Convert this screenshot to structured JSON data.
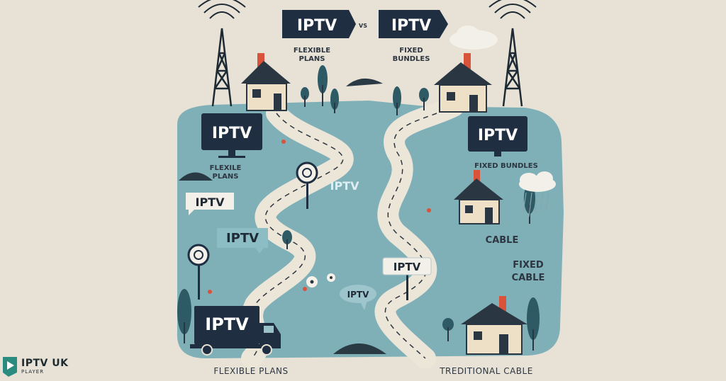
{
  "header": {
    "left_sign": "IPTV",
    "vs": "VS",
    "right_sign": "IPTV",
    "left_caption_1": "FLEXIBLE",
    "left_caption_2": "PLANS",
    "right_caption_1": "FIXED",
    "right_caption_2": "BUNDLES"
  },
  "left_side": {
    "tv_1": "IPTV",
    "tv_1_caption_1": "FLEXILE",
    "tv_1_caption_2": "PLANS",
    "bubble_1": "IPTV",
    "bubble_2": "IPTV",
    "field_label": "IPTV",
    "truck_label": "IPTV",
    "footer_caption": "FLEXIBLE PLANS"
  },
  "right_side": {
    "tv_1": "IPTV",
    "tv_1_caption": "FIXED BUNDLES",
    "cable_label": "CABLE",
    "fixed_label_1": "FIXED",
    "fixed_label_2": "CABLE",
    "bubble_1": "IPTV",
    "footer_caption": "TREDITIONAL CABLE"
  },
  "center": {
    "bubble": "IPTV"
  },
  "logo": {
    "name": "IPTV UK",
    "sub": "PLAYER",
    "icon": "play-icon"
  },
  "colors": {
    "background": "#e7e1d6",
    "landscape": "#7fb0b8",
    "road": "#ece6d9",
    "sign": "#1f2e40",
    "roof": "#2a3742",
    "chimney": "#d9533a"
  }
}
